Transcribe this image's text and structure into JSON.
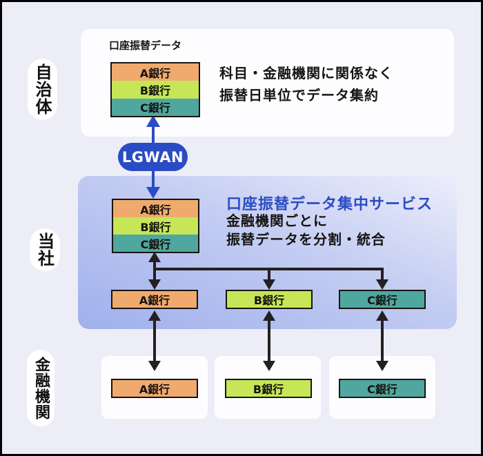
{
  "colors": {
    "background": "#ededf8",
    "frame": "#050508",
    "accent_blue": "#2a4cc3",
    "panel_gradient_start": "#9fb0ec",
    "panel_gradient_end": "#eceefb",
    "card_white": "#fdfdff",
    "bank_a_fill": "#f0aa6e",
    "bank_b_fill": "#c6e657",
    "bank_c_fill": "#50a79f",
    "arrow_black": "#241f20"
  },
  "row_labels": [
    {
      "label": "自治体"
    },
    {
      "label": "当社"
    },
    {
      "label": "金融機関"
    }
  ],
  "top_section": {
    "data_label": "口座振替データ",
    "stack": [
      "A銀行",
      "B銀行",
      "C銀行"
    ],
    "note_line1": "科目・金融機関に関係なく",
    "note_line2": "振替日単位でデータ集約"
  },
  "lgwan": {
    "label": "LGWAN"
  },
  "service_section": {
    "title": "口座振替データ集中サービス",
    "note_line1": "金融機関ごとに",
    "note_line2": "振替データを分割・統合",
    "stack": [
      "A銀行",
      "B銀行",
      "C銀行"
    ],
    "banks": [
      "A銀行",
      "B銀行",
      "C銀行"
    ]
  },
  "bottom_section": {
    "banks": [
      "A銀行",
      "B銀行",
      "C銀行"
    ]
  }
}
